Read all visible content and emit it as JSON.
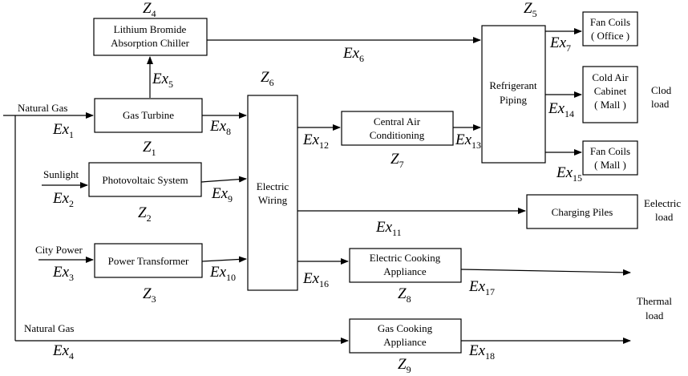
{
  "components": {
    "gas_turbine": "Gas Turbine",
    "lithium_line1": "Lithium Bromide",
    "lithium_line2": "Absorption Chiller",
    "pv": "Photovoltaic System",
    "transformer": "Power Transformer",
    "wiring_line1": "Electric",
    "wiring_line2": "Wiring",
    "central_line1": "Central Air",
    "central_line2": "Conditioning",
    "refrigerant_line1": "Refrigerant",
    "refrigerant_line2": "Piping",
    "fan_office_line1": "Fan Coils",
    "fan_office_line2": "( Office )",
    "cabinet_line1": "Cold Air",
    "cabinet_line2": "Cabinet",
    "cabinet_line3": "( Mall )",
    "fan_mall_line1": "Fan Coils",
    "fan_mall_line2": "( Mall )",
    "charging": "Charging Piles",
    "elec_cook_line1": "Electric Cooking",
    "elec_cook_line2": "Appliance",
    "gas_cook_line1": "Gas Cooking",
    "gas_cook_line2": "Appliance"
  },
  "inputs": {
    "natural_gas_top": "Natural Gas",
    "sunlight": "Sunlight",
    "city_power": "City Power",
    "natural_gas_bottom": "Natural Gas"
  },
  "loads": {
    "clod_line1": "Clod",
    "clod_line2": "load",
    "electric_line1": "Eelectric",
    "electric_line2": "load",
    "thermal_line1": "Thermal",
    "thermal_line2": "load"
  },
  "exergy": {
    "ex_symbol": "Ex",
    "ex1": "1",
    "ex2": "2",
    "ex3": "3",
    "ex4": "4",
    "ex5": "5",
    "ex6": "6",
    "ex7": "7",
    "ex8": "8",
    "ex9": "9",
    "ex10": "10",
    "ex11": "11",
    "ex12": "12",
    "ex13": "13",
    "ex14": "14",
    "ex15": "15",
    "ex16": "16",
    "ex17": "17",
    "ex18": "18"
  },
  "zones": {
    "z_symbol": "Z",
    "z1": "1",
    "z2": "2",
    "z3": "3",
    "z4": "4",
    "z5": "5",
    "z6": "6",
    "z7": "7",
    "z8": "8",
    "z9": "9"
  }
}
